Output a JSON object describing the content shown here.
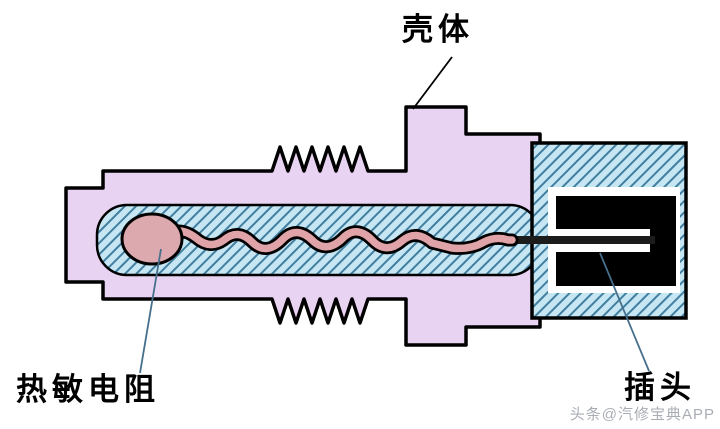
{
  "labels": {
    "housing": "壳体",
    "thermistor": "热敏电阻",
    "plug": "插头"
  },
  "watermark": "头条@汽修宝典APP",
  "colors": {
    "housing_fill": "#E9D3F3",
    "hatch_bg": "#C7E6F3",
    "hatch_line": "#417FA0",
    "wire": "#DFA3A8",
    "thermistor": "#DCA9AF",
    "outline": "#000000",
    "leader": "#46708C"
  }
}
